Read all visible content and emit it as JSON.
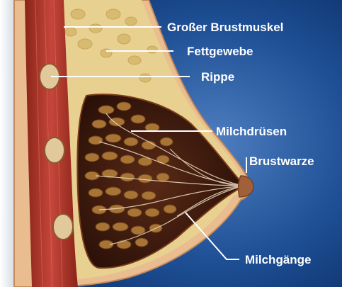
{
  "labels": {
    "pectoralis": "Großer Brustmuskel",
    "fat": "Fettgewebe",
    "rib": "Rippe",
    "glands": "Milchdrüsen",
    "nipple": "Brustwarze",
    "ducts": "Milchgänge"
  },
  "colors": {
    "background_dark": "#0d3a7a",
    "background_light": "#dfe9f5",
    "skin": "#e8b98c",
    "fat": "#e6cf8a",
    "muscle": "#b0352a",
    "gland_cavity": "#3a1a10",
    "lobule": "#9a6a30",
    "leader_line": "#ffffff"
  }
}
